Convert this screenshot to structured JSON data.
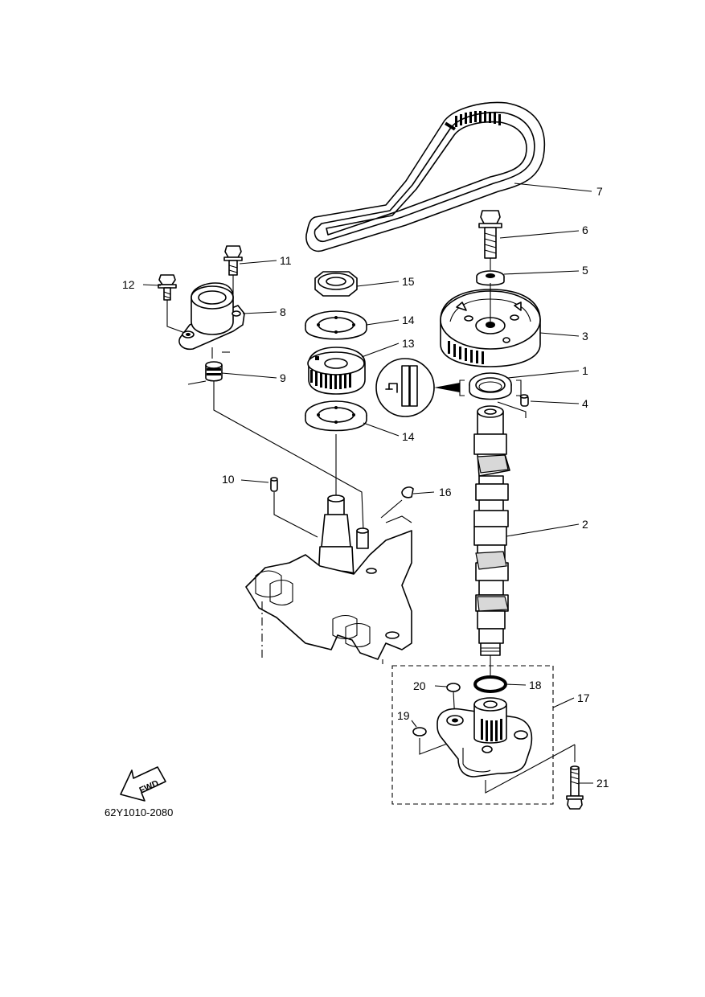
{
  "diagram_code": "62Y1010-2080",
  "fwd_label": "FWD",
  "callouts": {
    "c1": "1",
    "c2": "2",
    "c3": "3",
    "c4": "4",
    "c5": "5",
    "c6": "6",
    "c7": "7",
    "c8": "8",
    "c9": "9",
    "c10": "10",
    "c11": "11",
    "c12": "12",
    "c13": "13",
    "c14a": "14",
    "c14b": "14",
    "c15": "15",
    "c16": "16",
    "c17": "17",
    "c18": "18",
    "c19": "19",
    "c20": "20",
    "c21": "21"
  }
}
